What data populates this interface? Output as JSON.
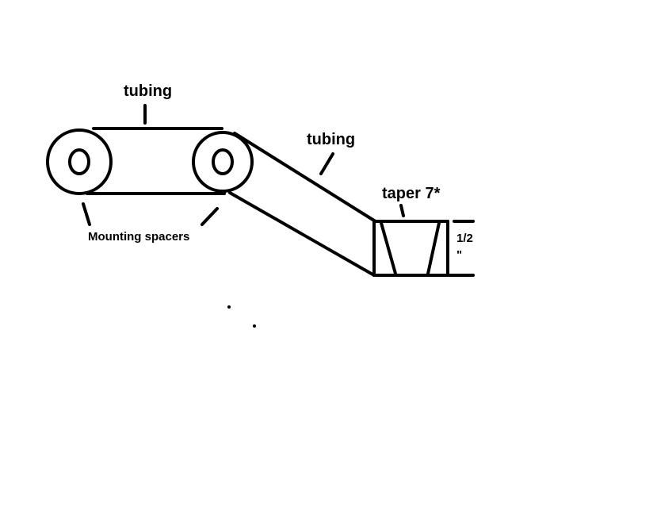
{
  "labels": {
    "tubing_top": "tubing",
    "tubing_diag": "tubing",
    "taper": "taper 7*",
    "mounting": "Mounting spacers",
    "dim_top": "1/2",
    "dim_bottom": "\""
  },
  "colors": {
    "ink": "#000000",
    "background": "#ffffff"
  }
}
